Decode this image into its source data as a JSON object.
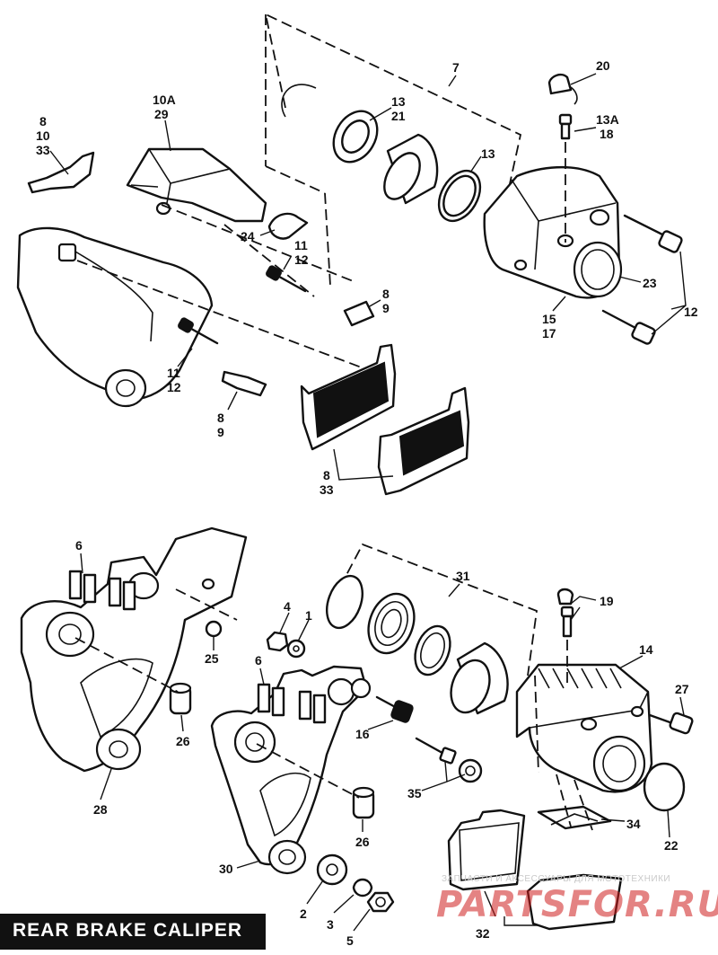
{
  "title": "REAR BRAKE CALIPER",
  "watermark": {
    "caption": "ЗАПЧАСТИ И АКСЕССУАРЫ ДЛЯ МОТОТЕХНИКИ",
    "brand": "PARTSFOR.RU",
    "color": "#cd1e1e"
  },
  "callouts": {
    "c7": "7",
    "c20": "20",
    "c13a": "13A",
    "c18": "18",
    "c10a": "10A",
    "c29": "29",
    "c13_21a": "13",
    "c13_21b": "21",
    "c13b": "13",
    "c8_10_33a": "8",
    "c8_10_33b": "10",
    "c8_10_33c": "33",
    "c24": "24",
    "c11_12a_1": "11",
    "c11_12a_2": "12",
    "c8_9a_1": "8",
    "c8_9a_2": "9",
    "c23": "23",
    "c12r": "12",
    "c15": "15",
    "c17": "17",
    "c11_12b_1": "11",
    "c11_12b_2": "12",
    "c8_9b_1": "8",
    "c8_9b_2": "9",
    "c8_33_1": "8",
    "c8_33_2": "33",
    "c31": "31",
    "c6a": "6",
    "c19": "19",
    "c4": "4",
    "c1": "1",
    "c25": "25",
    "c14": "14",
    "c6b": "6",
    "c27": "27",
    "c16": "16",
    "c26a": "26",
    "c35": "35",
    "c28": "28",
    "c34": "34",
    "c26b": "26",
    "c22": "22",
    "c30": "30",
    "c2": "2",
    "c3": "3",
    "c5": "5",
    "c32": "32"
  }
}
